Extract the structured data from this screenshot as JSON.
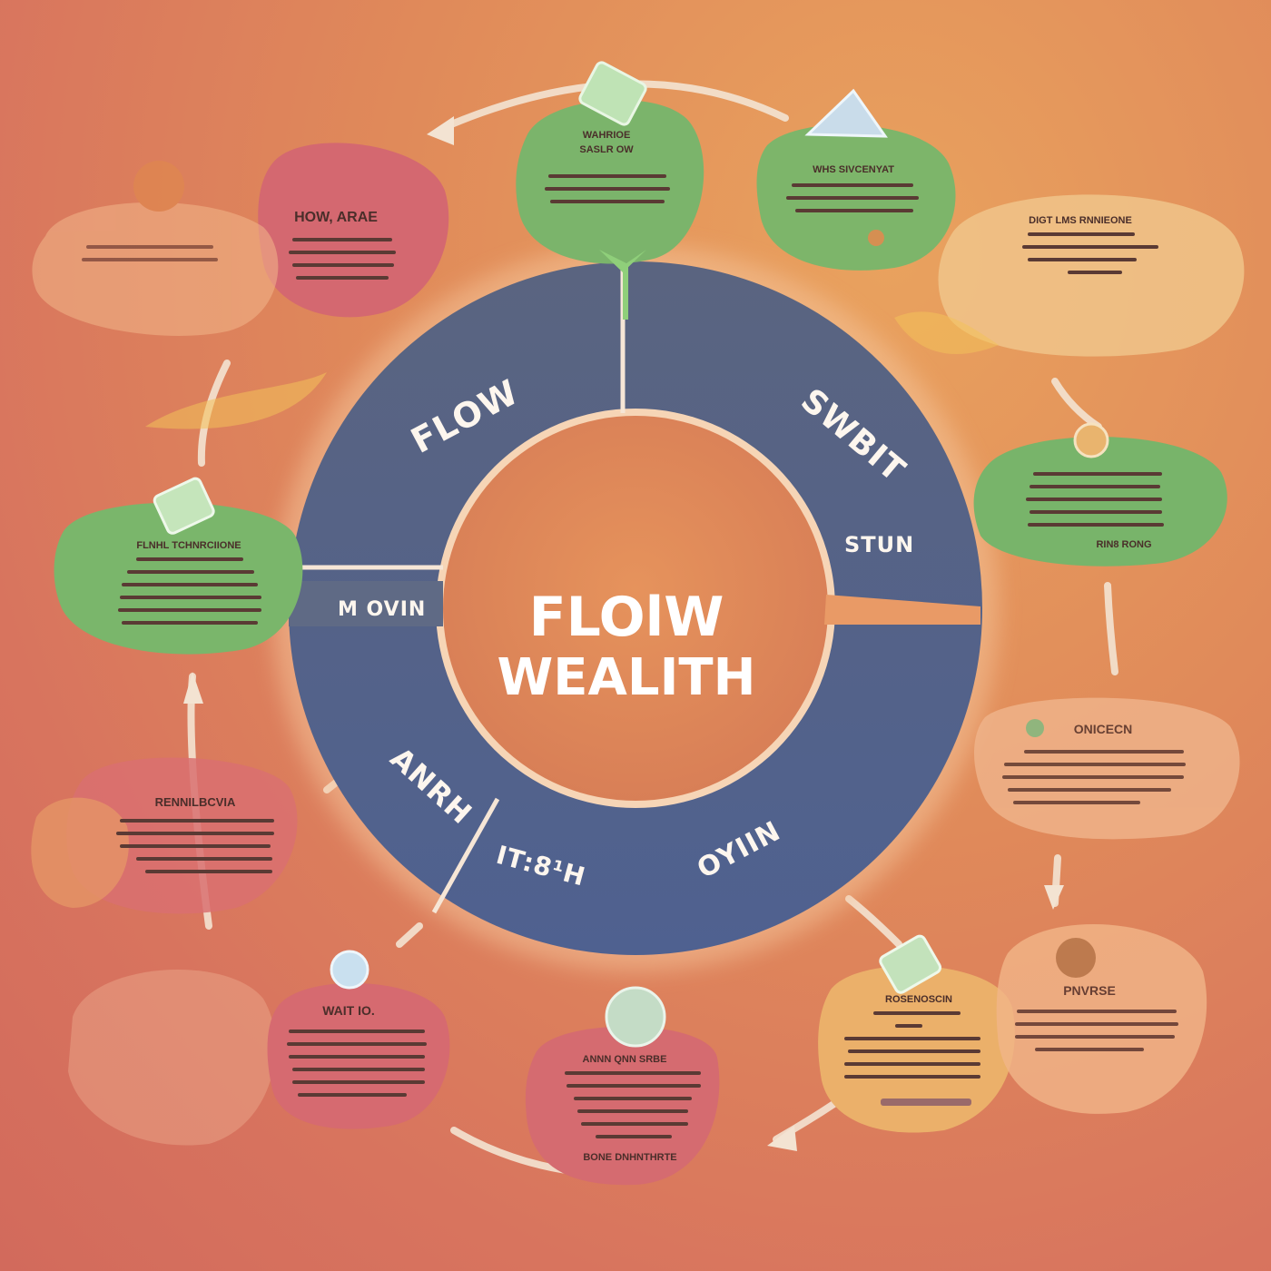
{
  "center": {
    "line1": "FLOlW",
    "line2": "WEALITH"
  },
  "ring_labels": {
    "flow": "FLOW",
    "swt": "SWBIT",
    "stun": "STUN",
    "moving": "M OVIN",
    "anrh": "ANRH",
    "h85": "IT:8¹H",
    "oyin": "OYIIN"
  },
  "blobs": {
    "top_green": {
      "title": "WAHRIOE",
      "sub": "SASLR OW"
    },
    "top_right_green": {
      "title": "WHS SIVCENYAT"
    },
    "top_left_red": {
      "title": "HOW, ARAE"
    },
    "right_orange": {
      "title": "DIGT LMS RNNIEONE"
    },
    "right_green": {
      "title": "RIN8 RONG"
    },
    "left_green": {
      "title": "FLNHL TCHNRCIIONE"
    },
    "right_mid": {
      "title": "ONICECN"
    },
    "left_red": {
      "title": "RENNILBCVIA"
    },
    "bottom_right_orange": {
      "title": "ROSENOSCIN"
    },
    "bottom_right_mid": {
      "title": "PNVRSE"
    },
    "bottom_red": {
      "title": "ANNN QNN SRBE",
      "footer": "BONE DNHNTHRTE"
    },
    "bottom_left_red": {
      "title": "WAIT IO."
    }
  },
  "colors": {
    "ring": "#56637f",
    "center_disc": "#df8a5c",
    "green": "#79b46b",
    "red": "#d56a6e",
    "orange": "#eab26a"
  },
  "icons": [
    "money-bill-icon",
    "crystal-icon",
    "coin-icon",
    "leaf-icon",
    "flower-icon"
  ]
}
